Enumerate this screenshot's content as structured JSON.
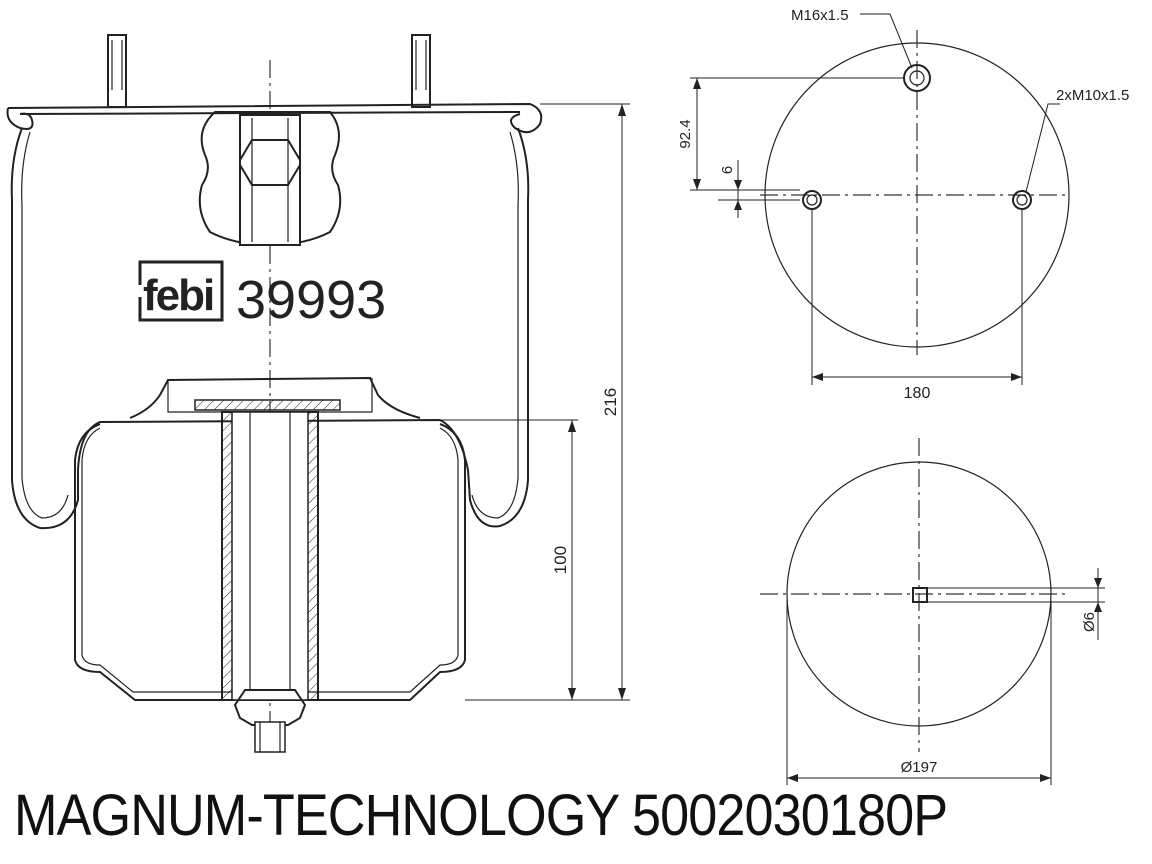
{
  "logo": {
    "brand": "febi",
    "part_number": "39993"
  },
  "dimensions": {
    "top_thread": "M16x1.5",
    "side_threads": "2xM10x1.5",
    "offset_vertical": "92.4",
    "offset_small": "6",
    "bolt_spacing": "180",
    "total_height": "216",
    "piston_height": "100",
    "pin_diameter": "Ø6",
    "base_diameter": "Ø197"
  },
  "footer": {
    "text": "MAGNUM-TECHNOLOGY 5002030180P"
  },
  "colors": {
    "line": "#222222",
    "background": "#ffffff"
  }
}
